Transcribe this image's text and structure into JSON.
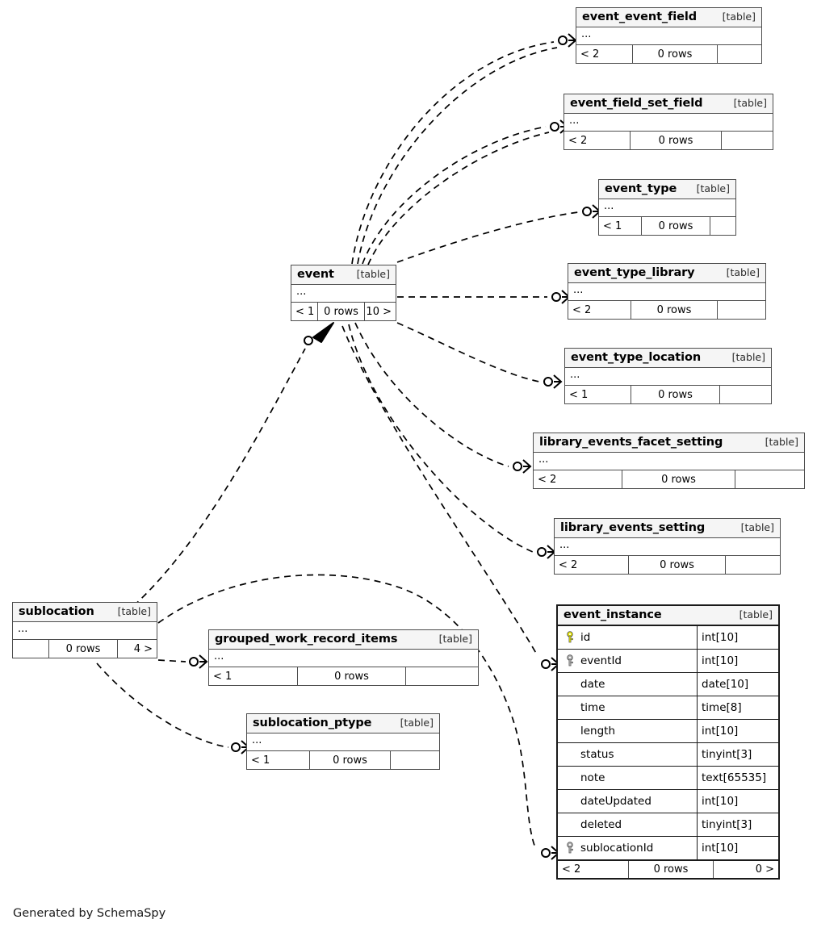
{
  "diagram": {
    "title": "SchemaSpy relationships diagram",
    "credit": "Generated by SchemaSpy",
    "kind_label": "[table]",
    "ellipsis": "...",
    "rows_label": "0 rows",
    "colors": {
      "background": "#ffffff",
      "header_fill": "#f5f5f5",
      "border": "#4d4d4d",
      "border_strong": "#1a1a1a",
      "edge": "#000000",
      "primary_key": "#e8e800",
      "foreign_key": "#b3b3b3"
    }
  },
  "tables": {
    "event_event_field": {
      "name": "event_event_field",
      "kind": "[table]",
      "body": "...",
      "footer": {
        "left": "< 2",
        "center": "0 rows",
        "right": ""
      }
    },
    "event_field_set_field": {
      "name": "event_field_set_field",
      "kind": "[table]",
      "body": "...",
      "footer": {
        "left": "< 2",
        "center": "0 rows",
        "right": ""
      }
    },
    "event_type": {
      "name": "event_type",
      "kind": "[table]",
      "body": "...",
      "footer": {
        "left": "< 1",
        "center": "0 rows",
        "right": ""
      }
    },
    "event_type_library": {
      "name": "event_type_library",
      "kind": "[table]",
      "body": "...",
      "footer": {
        "left": "< 2",
        "center": "0 rows",
        "right": ""
      }
    },
    "event_type_location": {
      "name": "event_type_location",
      "kind": "[table]",
      "body": "...",
      "footer": {
        "left": "< 1",
        "center": "0 rows",
        "right": ""
      }
    },
    "library_events_facet_setting": {
      "name": "library_events_facet_setting",
      "kind": "[table]",
      "body": "...",
      "footer": {
        "left": "< 2",
        "center": "0 rows",
        "right": ""
      }
    },
    "library_events_setting": {
      "name": "library_events_setting",
      "kind": "[table]",
      "body": "...",
      "footer": {
        "left": "< 2",
        "center": "0 rows",
        "right": ""
      }
    },
    "event": {
      "name": "event",
      "kind": "[table]",
      "body": "...",
      "footer": {
        "left": "< 1",
        "center": "0 rows",
        "right": "10 >"
      }
    },
    "sublocation": {
      "name": "sublocation",
      "kind": "[table]",
      "body": "...",
      "footer": {
        "left": "",
        "center": "0 rows",
        "right": "4 >"
      }
    },
    "grouped_work_record_items": {
      "name": "grouped_work_record_items",
      "kind": "[table]",
      "body": "...",
      "footer": {
        "left": "< 1",
        "center": "0 rows",
        "right": ""
      }
    },
    "sublocation_ptype": {
      "name": "sublocation_ptype",
      "kind": "[table]",
      "body": "...",
      "footer": {
        "left": "< 1",
        "center": "0 rows",
        "right": ""
      }
    },
    "event_instance": {
      "name": "event_instance",
      "kind": "[table]",
      "columns": [
        {
          "key": "primary",
          "name": "id",
          "type": "int[10]"
        },
        {
          "key": "foreign",
          "name": "eventId",
          "type": "int[10]"
        },
        {
          "key": "none",
          "name": "date",
          "type": "date[10]"
        },
        {
          "key": "none",
          "name": "time",
          "type": "time[8]"
        },
        {
          "key": "none",
          "name": "length",
          "type": "int[10]"
        },
        {
          "key": "none",
          "name": "status",
          "type": "tinyint[3]"
        },
        {
          "key": "none",
          "name": "note",
          "type": "text[65535]"
        },
        {
          "key": "none",
          "name": "dateUpdated",
          "type": "int[10]"
        },
        {
          "key": "none",
          "name": "deleted",
          "type": "tinyint[3]"
        },
        {
          "key": "foreign",
          "name": "sublocationId",
          "type": "int[10]"
        }
      ],
      "footer": {
        "left": "< 2",
        "center": "0 rows",
        "right": "0 >"
      }
    }
  }
}
